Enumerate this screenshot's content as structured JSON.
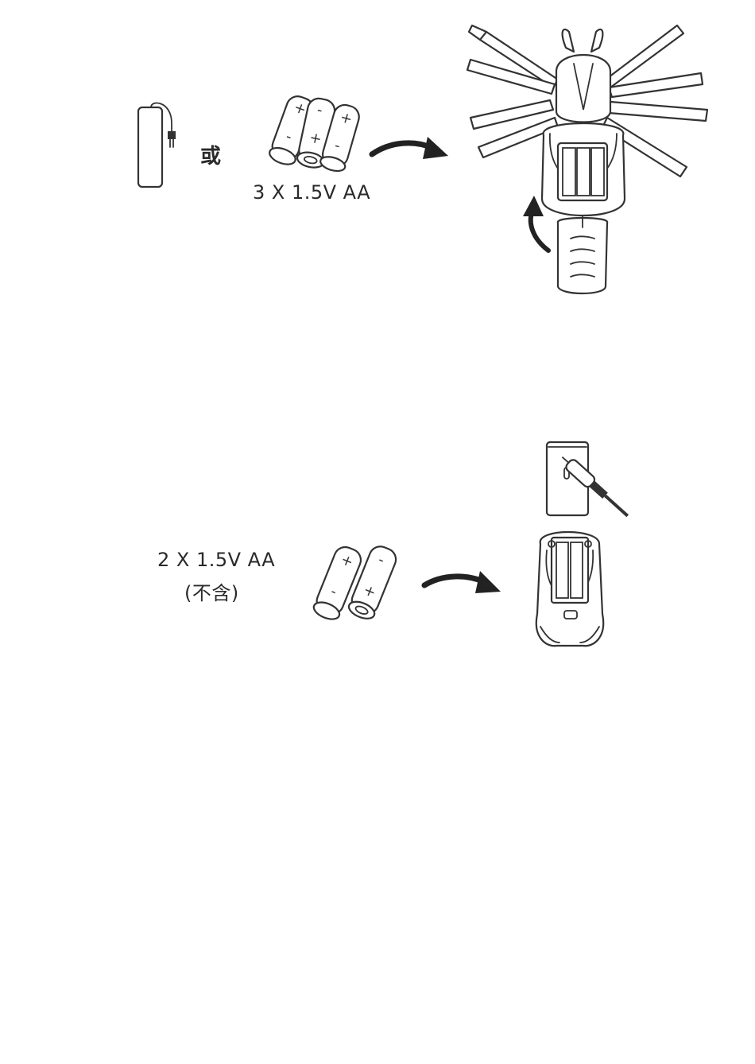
{
  "panel1": {
    "or_text": "或",
    "battery_spec": "3 X 1.5V  AA"
  },
  "panel2": {
    "battery_spec": "2 X 1.5V AA",
    "note": "(不含)"
  },
  "icons": [
    "rechargeable-battery-pack-icon",
    "aa-batteries-icon",
    "arrow-icon",
    "spider-toy-battery-compartment-icon",
    "remote-controller-battery-compartment-icon"
  ]
}
